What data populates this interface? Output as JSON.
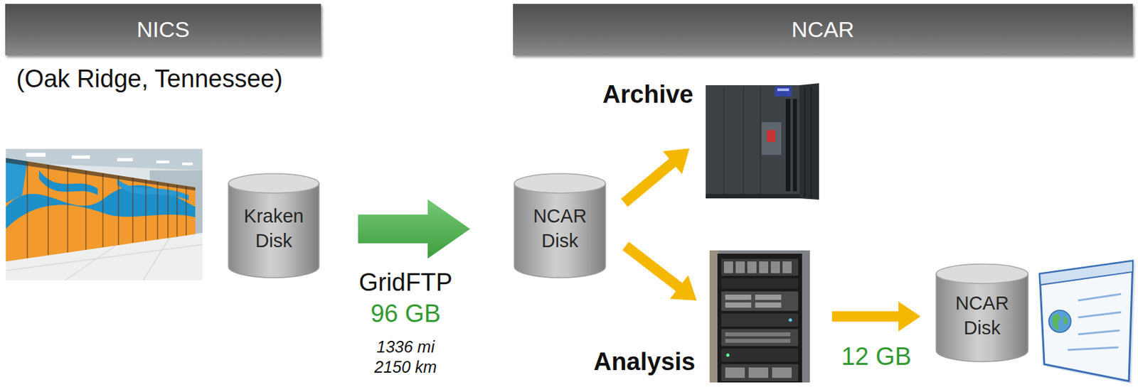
{
  "diagram": {
    "nodes": [
      {
        "text": [
          "NICS"
        ]
      },
      {
        "text": [
          "NCAR"
        ]
      },
      {
        "text": [
          "Kraken Disk"
        ]
      },
      {
        "text": [
          "NCAR Disk"
        ]
      },
      {
        "text": [
          "Archive"
        ]
      },
      {
        "text": [
          "Analysis"
        ]
      },
      {
        "text": [
          "NCAR Disk"
        ]
      }
    ],
    "edges": [
      {
        "from": 2,
        "to": 3,
        "arrow": "to",
        "label": "GridFTP"
      },
      {
        "from": 3,
        "to": 4,
        "arrow": "to"
      },
      {
        "from": 3,
        "to": 5,
        "arrow": "to"
      },
      {
        "from": 5,
        "to": 6,
        "arrow": "to",
        "label": "12 GB"
      }
    ],
    "labels": [
      "(Oak Ridge, Tennessee)",
      "96 GB",
      "1336 mi",
      "2150 km"
    ]
  }
}
